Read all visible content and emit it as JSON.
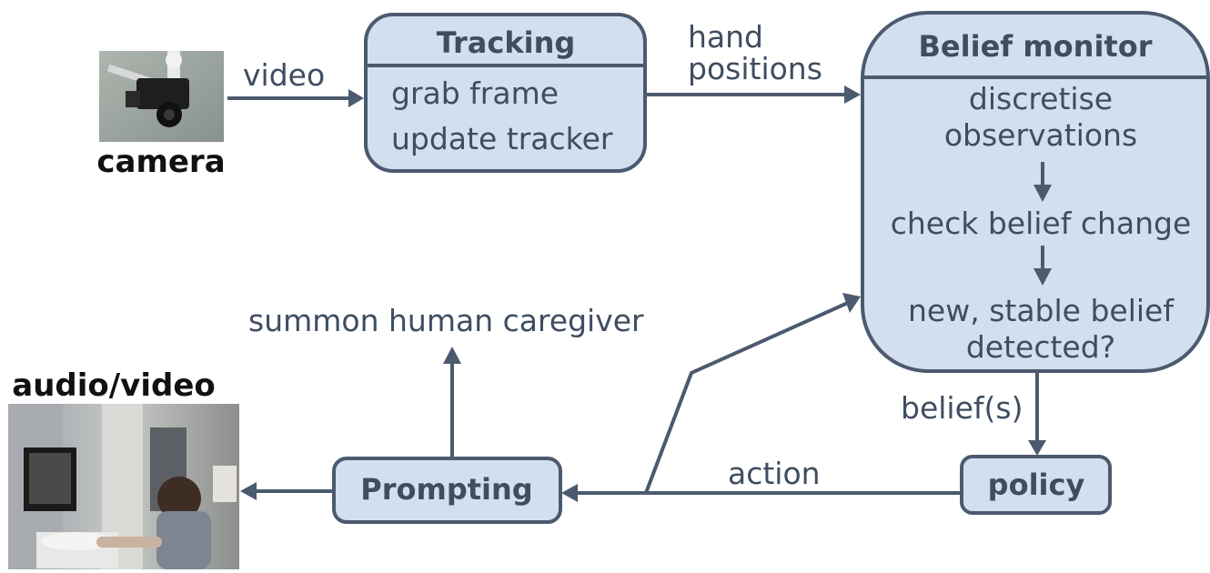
{
  "camera": {
    "label": "camera"
  },
  "audio_video": {
    "label": "audio/video"
  },
  "tracking": {
    "title": "Tracking",
    "steps": [
      "grab frame",
      "update tracker"
    ]
  },
  "belief_monitor": {
    "title": "Belief monitor",
    "steps": [
      "discretise",
      "observations",
      "check belief change",
      "new, stable belief",
      "detected?"
    ]
  },
  "policy": {
    "title": "policy"
  },
  "prompting": {
    "title": "Prompting"
  },
  "edges": {
    "video": "video",
    "hand_positions": [
      "hand",
      "positions"
    ],
    "beliefs": "belief(s)",
    "action": "action",
    "summon": "summon human caregiver"
  },
  "colors": {
    "box_fill": "#d3deef",
    "stroke": "#4b5a6e",
    "text": "#3f4d61"
  }
}
